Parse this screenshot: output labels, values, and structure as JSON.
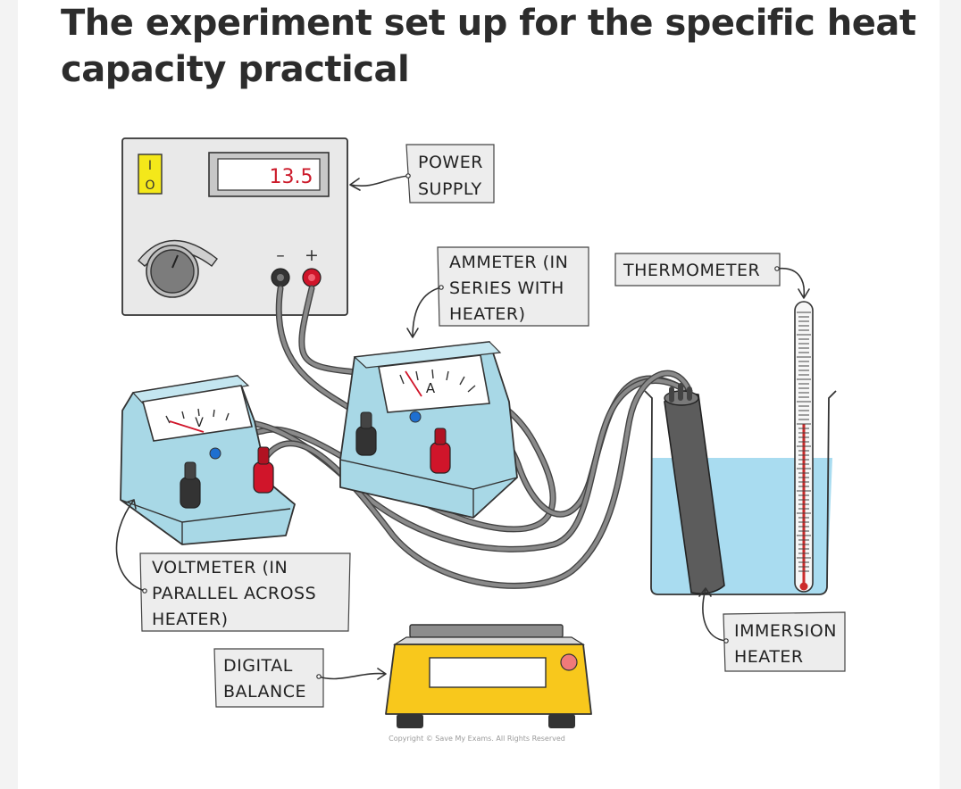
{
  "title": "The experiment set up for the specific heat capacity practical",
  "labels": {
    "power_supply": [
      "POWER",
      "SUPPLY"
    ],
    "ammeter": [
      "AMMETER (IN",
      "SERIES  WITH",
      "HEATER)"
    ],
    "thermometer": [
      "THERMOMETER"
    ],
    "voltmeter": [
      "VOLTMETER (IN",
      "PARALLEL  ACROSS",
      "HEATER)"
    ],
    "immersion_heater": [
      "IMMERSION",
      "HEATER"
    ],
    "digital_balance": [
      "DIGITAL",
      "BALANCE"
    ]
  },
  "power_supply": {
    "display_value": "13.5",
    "switch_on": "I",
    "switch_off": "O",
    "terminal_negative": "–",
    "terminal_positive": "+"
  },
  "ammeter": {
    "dial_symbol": "A"
  },
  "voltmeter": {
    "dial_symbol": "V"
  },
  "copyright": "Copyright © Save My Exams. All Rights Reserved",
  "colors": {
    "meter_body": "#a8d8e6",
    "water": "#a9dcf0",
    "balance": "#f8c81c",
    "switch": "#f4e81a",
    "red_terminal": "#d0152a",
    "black_terminal": "#333333",
    "heater": "#5c5c5c",
    "thermometer_liquid": "#cc2a2a"
  }
}
